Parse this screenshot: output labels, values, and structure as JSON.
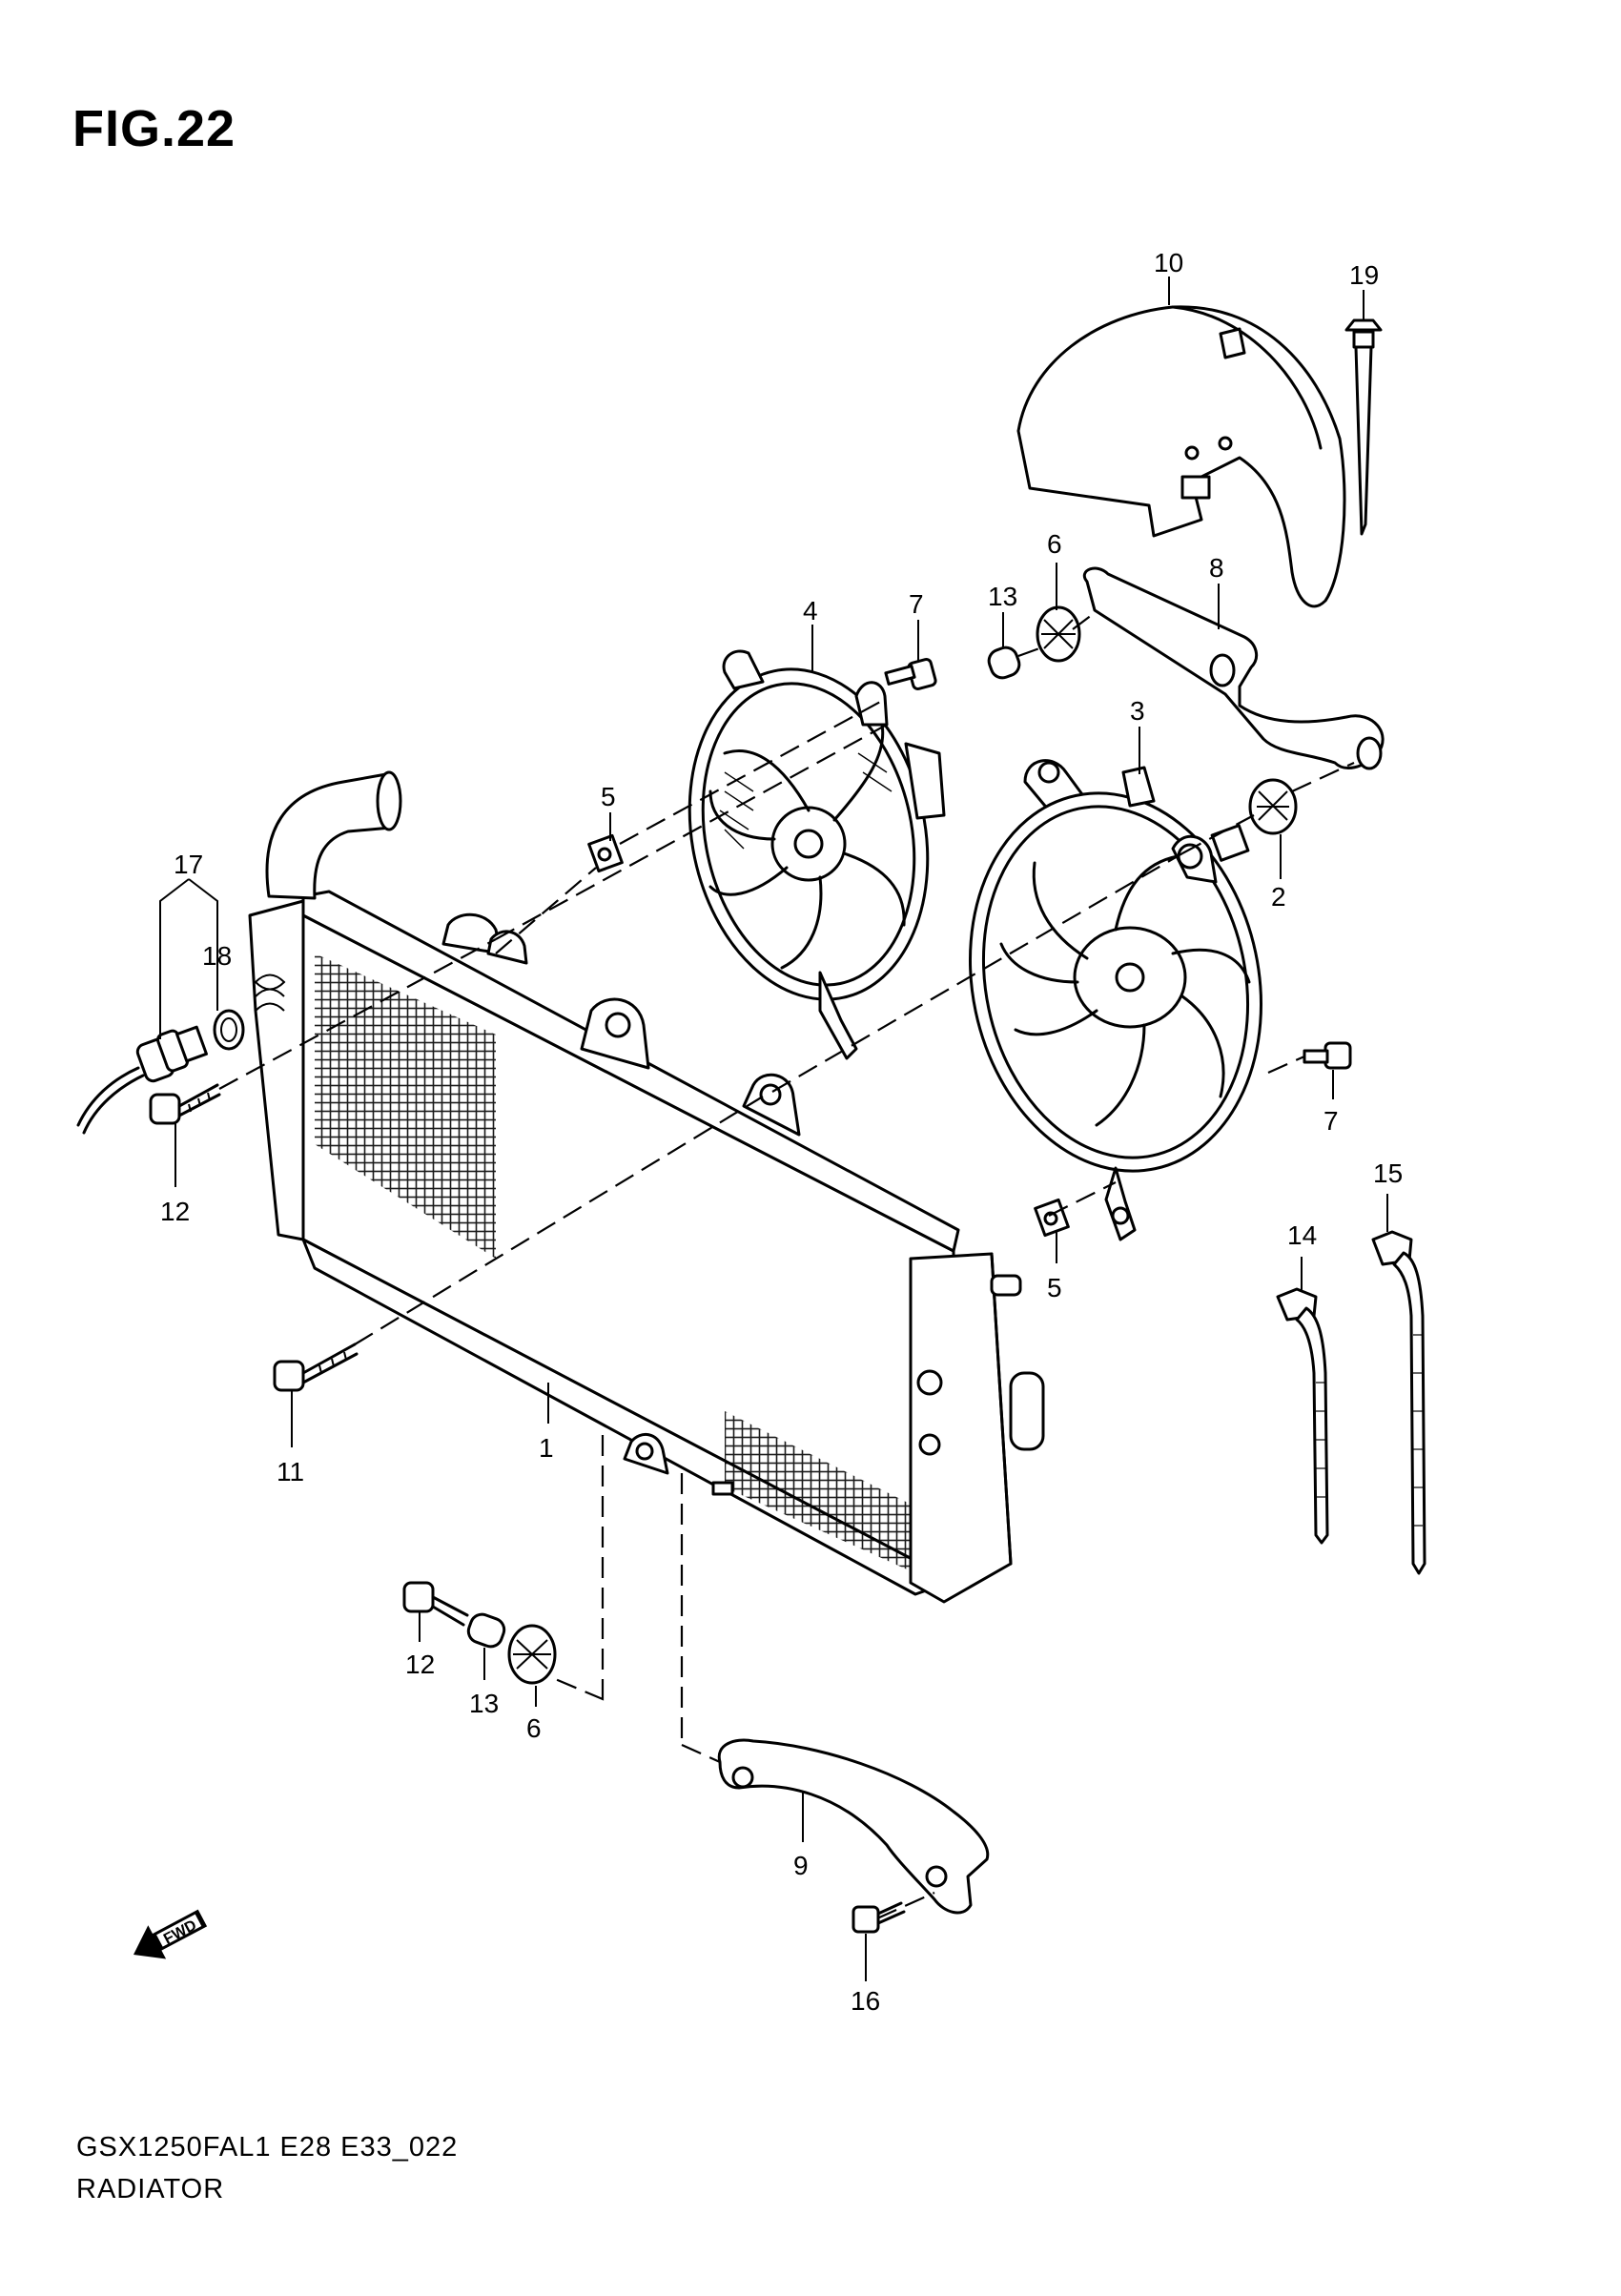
{
  "figure": {
    "title": "FIG.22",
    "model_code": "GSX1250FAL1 E28 E33_022",
    "part_name": "RADIATOR"
  },
  "fwd_label": "FWD",
  "callouts": [
    {
      "id": "c1",
      "label": "1"
    },
    {
      "id": "c2",
      "label": "2"
    },
    {
      "id": "c3",
      "label": "3"
    },
    {
      "id": "c4",
      "label": "4"
    },
    {
      "id": "c5a",
      "label": "5"
    },
    {
      "id": "c5b",
      "label": "5"
    },
    {
      "id": "c6a",
      "label": "6"
    },
    {
      "id": "c6b",
      "label": "6"
    },
    {
      "id": "c7a",
      "label": "7"
    },
    {
      "id": "c7b",
      "label": "7"
    },
    {
      "id": "c8",
      "label": "8"
    },
    {
      "id": "c9",
      "label": "9"
    },
    {
      "id": "c10",
      "label": "10"
    },
    {
      "id": "c11",
      "label": "11"
    },
    {
      "id": "c12a",
      "label": "12"
    },
    {
      "id": "c12b",
      "label": "12"
    },
    {
      "id": "c13a",
      "label": "13"
    },
    {
      "id": "c13b",
      "label": "13"
    },
    {
      "id": "c14",
      "label": "14"
    },
    {
      "id": "c15",
      "label": "15"
    },
    {
      "id": "c16",
      "label": "16"
    },
    {
      "id": "c17",
      "label": "17"
    },
    {
      "id": "c18",
      "label": "18"
    },
    {
      "id": "c19",
      "label": "19"
    }
  ]
}
